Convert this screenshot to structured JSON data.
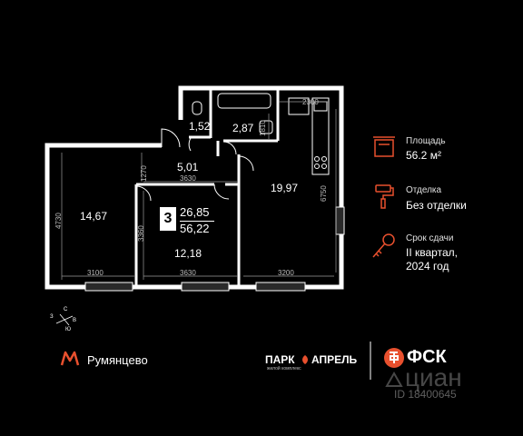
{
  "plan": {
    "rooms": {
      "bath": "1,52",
      "wc": "2,87",
      "hall": "5,01",
      "kitchen": "19,97",
      "bedroom": "14,67",
      "living": "12,18"
    },
    "summary": {
      "rooms_count": "3",
      "living_area": "26,85",
      "total_area": "56,22"
    },
    "dims": {
      "d2300": "2300",
      "d1810": "1810",
      "d1270": "1270",
      "d3630_top": "3630",
      "d6750": "6750",
      "d4730": "4730",
      "d3360": "3360",
      "d3100": "3100",
      "d3630_bottom": "3630",
      "d3200": "3200"
    },
    "compass": {
      "n": "С",
      "e": "В",
      "s": "Ю",
      "w": "З"
    }
  },
  "info": {
    "area_label": "Площадь",
    "area_value": "56.2 м²",
    "finish_label": "Отделка",
    "finish_value": "Без отделки",
    "deadline_label": "Срок сдачи",
    "deadline_value_1": "II квартал,",
    "deadline_value_2": "2024 год"
  },
  "footer": {
    "metro_name": "Румянцево",
    "brand_park_1": "ПАРК",
    "brand_park_2": "АПРЕЛЬ",
    "brand_park_sub": "жилой комплекс",
    "brand_fsk": "ФСК",
    "watermark": "циан",
    "watermark_id": "ID 18400645"
  },
  "colors": {
    "accent": "#e8502e",
    "wall": "#ffffff",
    "background": "#000000",
    "dim": "#9a9a9a"
  }
}
